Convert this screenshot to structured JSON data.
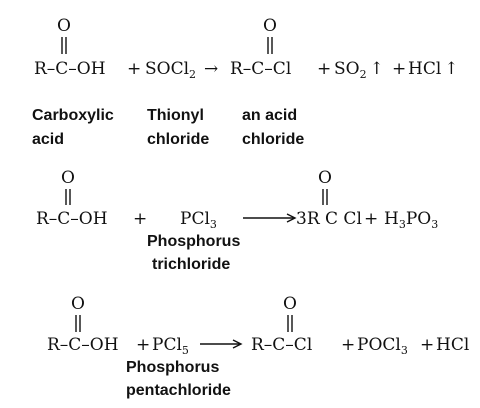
{
  "reaction1": {
    "acid": "R–C–OH",
    "o_atom": "O",
    "plus1": "+",
    "reagent": "SOCl",
    "reagent_sub": "2",
    "arrow": "→",
    "product": "R–C–Cl",
    "plus2": "+",
    "byproduct1": "SO",
    "byproduct1_sub": "2",
    "byproduct1_arrow": "↑",
    "plus3": "+",
    "byproduct2": "HCl",
    "byproduct2_arrow": "↑",
    "label_acid_line1": "Carboxylic",
    "label_acid_line2": "acid",
    "label_reagent_line1": "Thionyl",
    "label_reagent_line2": "chloride",
    "label_product_line1": "an acid",
    "label_product_line2": "chloride"
  },
  "reaction2": {
    "acid": "R–C–OH",
    "o_atom": "O",
    "plus1": "+",
    "reagent": "PCl",
    "reagent_sub": "3",
    "product": "3R C Cl",
    "plus2": "+",
    "byproduct": "H",
    "byproduct_sub1": "3",
    "byproduct_mid": "PO",
    "byproduct_sub2": "3",
    "label_reagent_line1": "Phosphorus",
    "label_reagent_line2": "trichloride"
  },
  "reaction3": {
    "acid": "R–C–OH",
    "o_atom": "O",
    "plus1": "+",
    "reagent": "PCl",
    "reagent_sub": "5",
    "product": "R–C–Cl",
    "plus2": "+",
    "byproduct1": "POCl",
    "byproduct1_sub": "3",
    "plus3": "+",
    "byproduct2": "HCl",
    "label_reagent_line1": "Phosphorus",
    "label_reagent_line2": "pentachloride"
  }
}
